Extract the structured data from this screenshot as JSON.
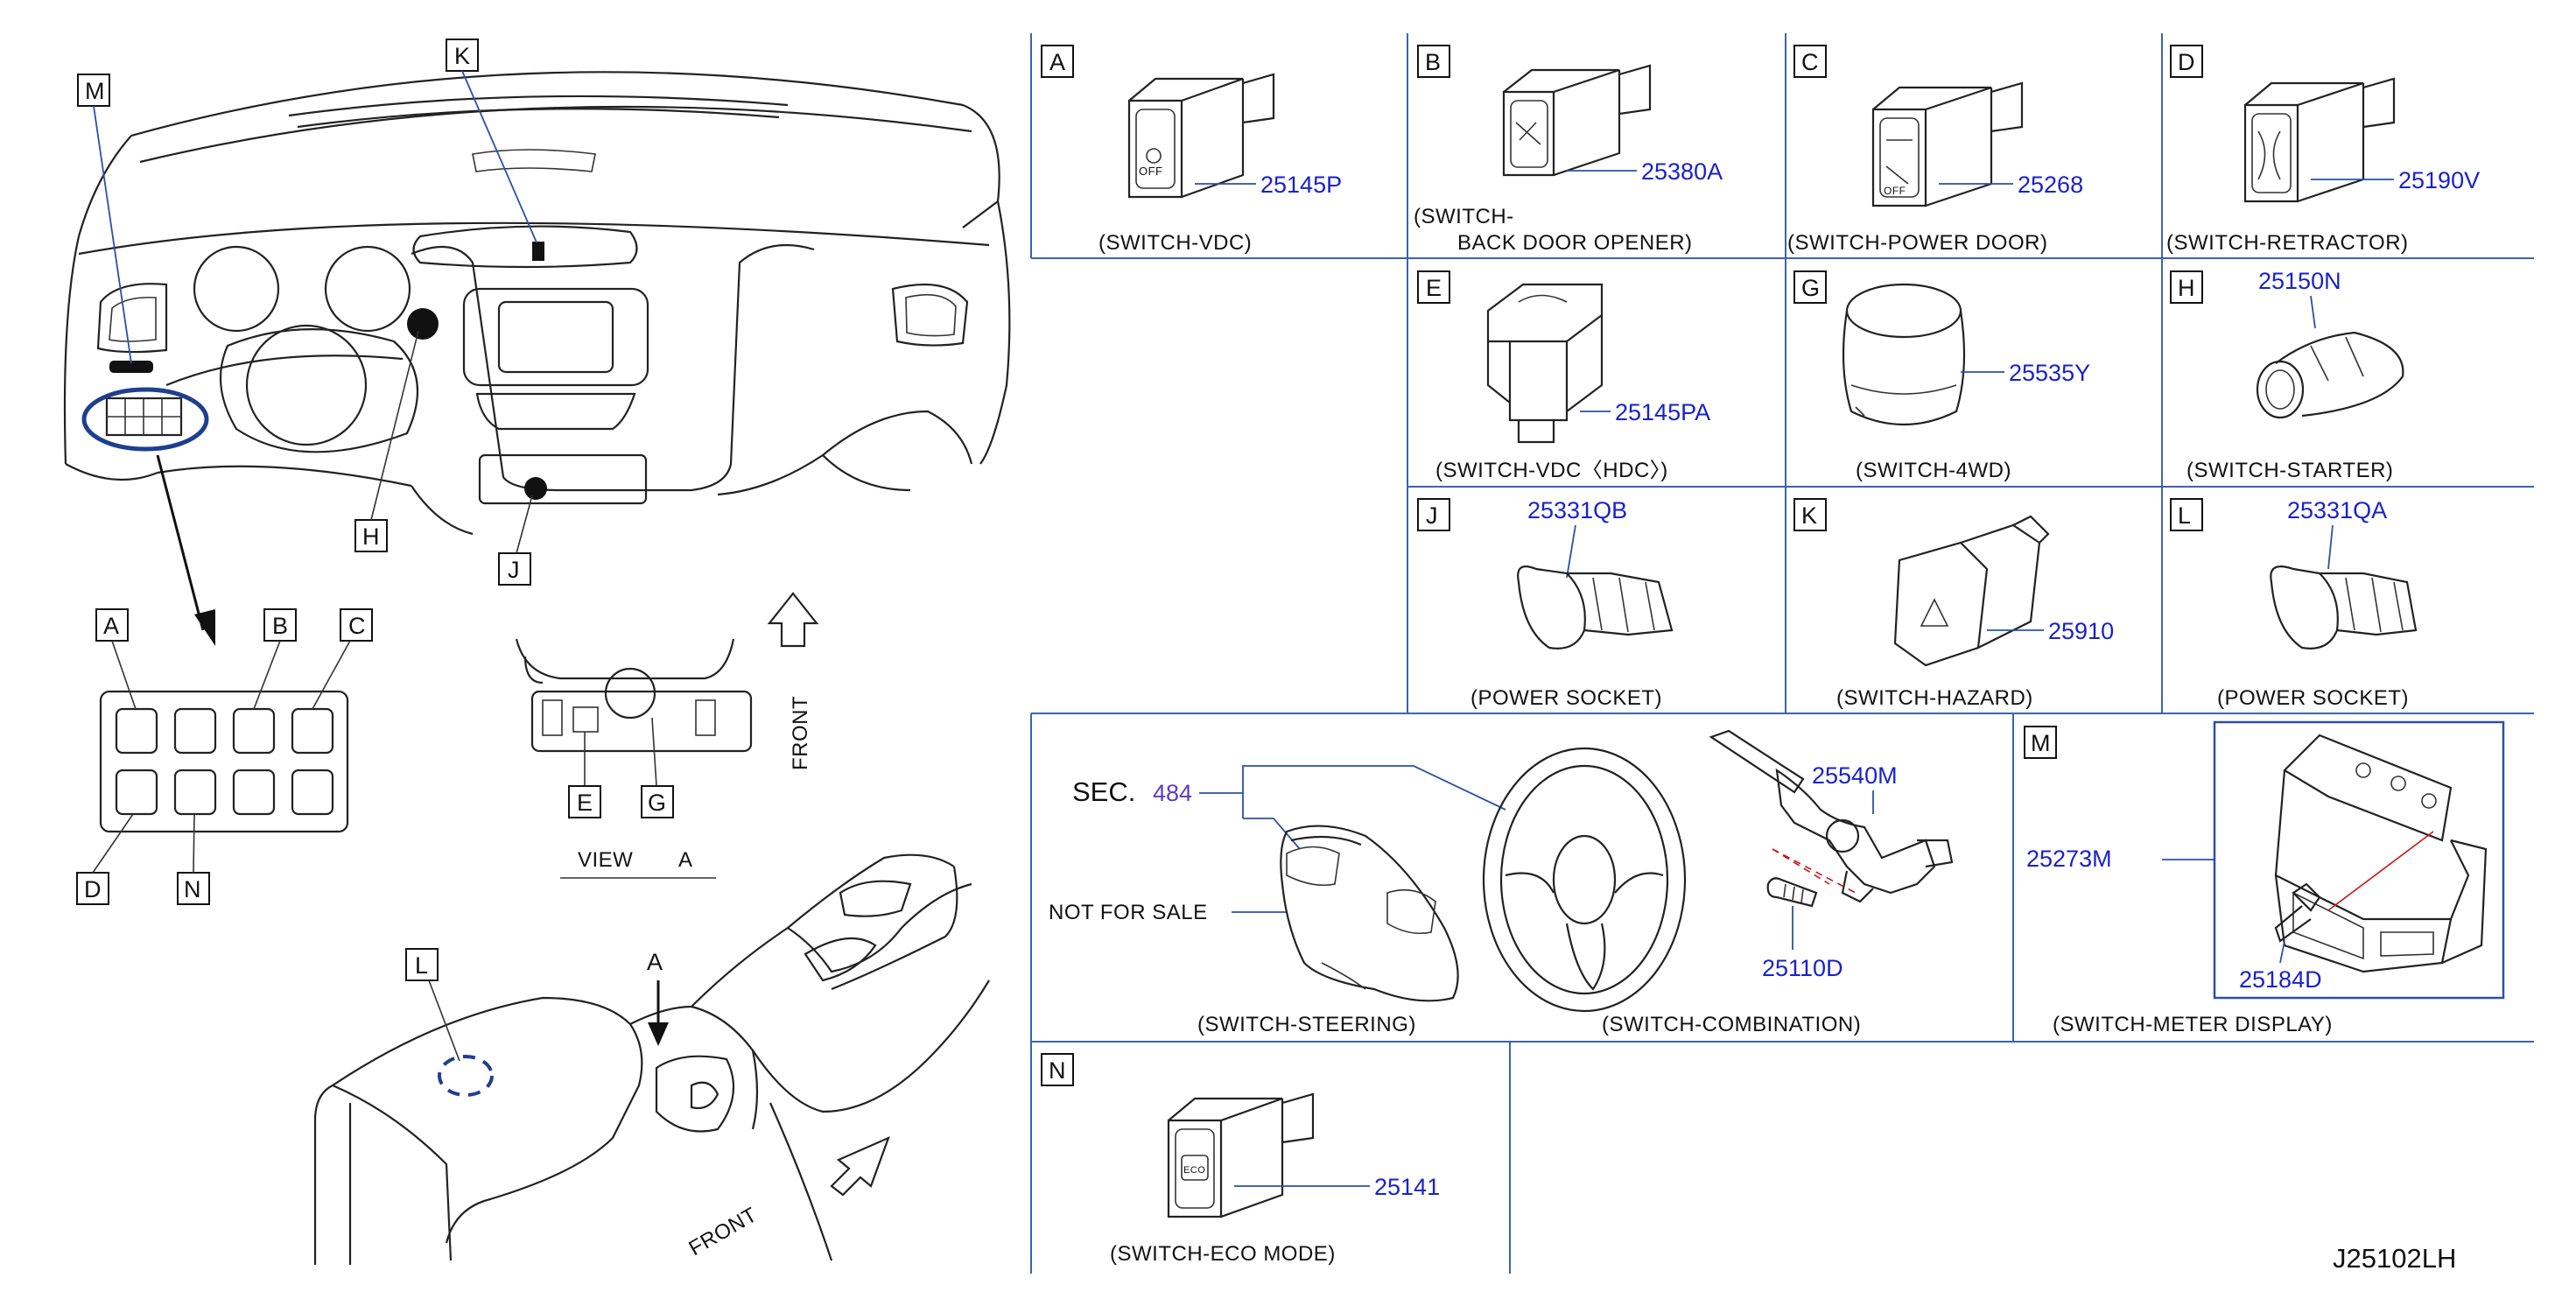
{
  "callouts": {
    "M": "M",
    "K": "K",
    "H": "H",
    "J": "J",
    "A": "A",
    "B": "B",
    "C": "C",
    "D": "D",
    "N": "N",
    "E": "E",
    "G": "G",
    "L": "L"
  },
  "view_a": {
    "label": "VIEW",
    "letter": "A"
  },
  "front_labels": {
    "upper": "FRONT",
    "lower": "FRONT"
  },
  "arrow_label": "A",
  "panels": {
    "A": {
      "letter": "A",
      "part": "25145P",
      "caption": "(SWITCH-VDC)"
    },
    "B": {
      "letter": "B",
      "part": "25380A",
      "caption_line1": "(SWITCH-",
      "caption_line2": "BACK   DOOR   OPENER)"
    },
    "C": {
      "letter": "C",
      "part": "25268",
      "caption": "(SWITCH-POWER   DOOR)"
    },
    "D": {
      "letter": "D",
      "part": "25190V",
      "caption": "(SWITCH-RETRACTOR)"
    },
    "E": {
      "letter": "E",
      "part": "25145PA",
      "caption": "(SWITCH-VDC〈HDC〉)"
    },
    "G": {
      "letter": "G",
      "part": "25535Y",
      "caption": "(SWITCH-4WD)"
    },
    "H": {
      "letter": "H",
      "part": "25150N",
      "caption": "(SWITCH-STARTER)"
    },
    "J": {
      "letter": "J",
      "part": "25331QB",
      "caption": "(POWER   SOCKET)"
    },
    "K": {
      "letter": "K",
      "part": "25910",
      "caption": "(SWITCH-HAZARD)"
    },
    "L": {
      "letter": "L",
      "part": "25331QA",
      "caption": "(POWER   SOCKET)"
    },
    "steering": {
      "sec": "SEC.",
      "sec_num": "484",
      "nfs": "NOT   FOR   SALE",
      "caption_steering": "(SWITCH-STEERING)",
      "caption_combination": "(SWITCH-COMBINATION)",
      "part_combo": "25540M",
      "part_screw": "25110D"
    },
    "M": {
      "letter": "M",
      "part": "25273M",
      "part_screw": "25184D",
      "caption": "(SWITCH-METER   DISPLAY)"
    },
    "N": {
      "letter": "N",
      "part": "25141",
      "caption": "(SWITCH-ECO   MODE)",
      "eco_text": "ECO"
    }
  },
  "diagram_code": "J25102LH"
}
